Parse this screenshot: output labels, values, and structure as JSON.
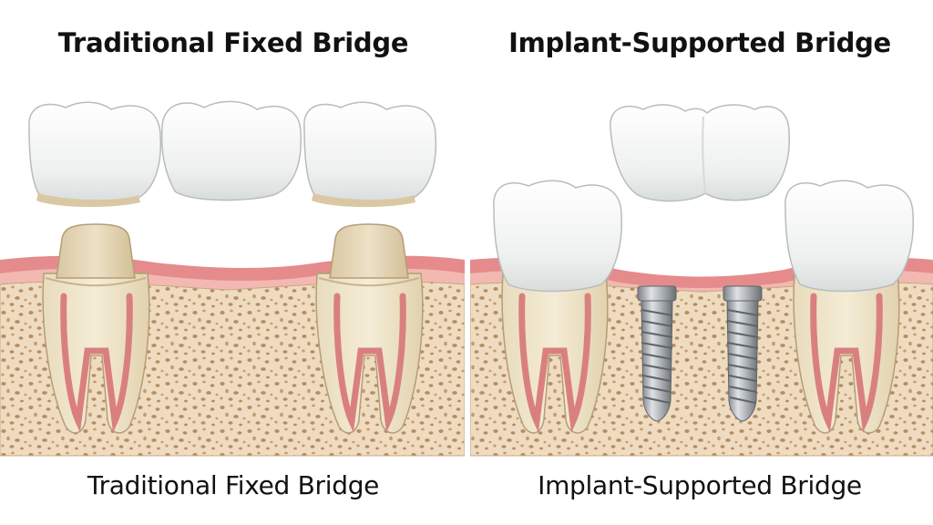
{
  "panels": {
    "left": {
      "title": "Traditional Fixed Bridge",
      "label": "Traditional Fixed Bridge"
    },
    "right": {
      "title": "Implant-Supported Bridge",
      "label": "Implant-Supported Bridge"
    }
  },
  "colors": {
    "background": "#ffffff",
    "bone": "#efdcc0",
    "bone_pore": "#b48d63",
    "gum": "#e58b8b",
    "gum_light": "#f2b8b2",
    "root_canal": "#d9807f",
    "crown": "#f4f5f4",
    "crown_shadow": "#d9ddde",
    "abutment": "#e6d6b5",
    "dentin": "#eee2c4",
    "implant": "#b9bcc0",
    "implant_dark": "#6e7378",
    "outline": "#8a6d52"
  }
}
